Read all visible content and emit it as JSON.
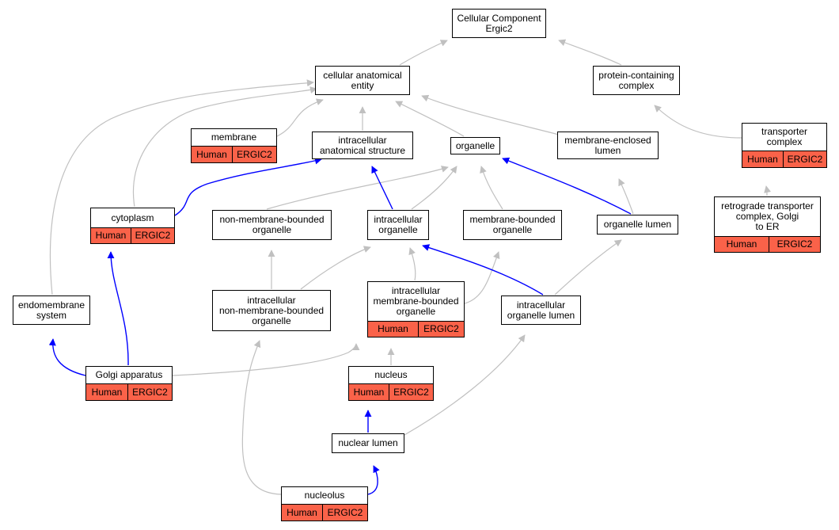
{
  "colors": {
    "highlight": "#fa6249",
    "edge_gray": "#c0c0c0",
    "edge_blue": "#0000ff"
  },
  "nodes": {
    "root": {
      "title": "Cellular Component\nErgic2"
    },
    "cae": {
      "title": "cellular anatomical\nentity"
    },
    "pcc": {
      "title": "protein-containing\ncomplex"
    },
    "membrane": {
      "title": "membrane",
      "species": "Human",
      "gene": "ERGIC2"
    },
    "ias": {
      "title": "intracellular\nanatomical structure"
    },
    "organelle": {
      "title": "organelle"
    },
    "mel": {
      "title": "membrane-enclosed\nlumen"
    },
    "tc": {
      "title": "transporter\ncomplex",
      "species": "Human",
      "gene": "ERGIC2"
    },
    "cytoplasm": {
      "title": "cytoplasm",
      "species": "Human",
      "gene": "ERGIC2"
    },
    "nmbo": {
      "title": "non-membrane-bounded\norganelle"
    },
    "io": {
      "title": "intracellular\norganelle"
    },
    "mbo": {
      "title": "membrane-bounded\norganelle"
    },
    "ol": {
      "title": "organelle lumen"
    },
    "rtc": {
      "title": "retrograde transporter\ncomplex, Golgi\nto ER",
      "species": "Human",
      "gene": "ERGIC2"
    },
    "es": {
      "title": "endomembrane\nsystem"
    },
    "inmbo": {
      "title": "intracellular\nnon-membrane-bounded\norganelle"
    },
    "imbo": {
      "title": "intracellular\nmembrane-bounded\norganelle",
      "species": "Human",
      "gene": "ERGIC2"
    },
    "iol": {
      "title": "intracellular\norganelle lumen"
    },
    "golgi": {
      "title": "Golgi apparatus",
      "species": "Human",
      "gene": "ERGIC2"
    },
    "nucleus": {
      "title": "nucleus",
      "species": "Human",
      "gene": "ERGIC2"
    },
    "nl": {
      "title": "nuclear lumen"
    },
    "nucleolus": {
      "title": "nucleolus",
      "species": "Human",
      "gene": "ERGIC2"
    }
  },
  "edges": [
    {
      "from": "cae",
      "to": "root",
      "kind": "is_a"
    },
    {
      "from": "pcc",
      "to": "root",
      "kind": "is_a"
    },
    {
      "from": "membrane",
      "to": "cae",
      "kind": "is_a"
    },
    {
      "from": "ias",
      "to": "cae",
      "kind": "is_a"
    },
    {
      "from": "organelle",
      "to": "cae",
      "kind": "is_a"
    },
    {
      "from": "mel",
      "to": "cae",
      "kind": "is_a"
    },
    {
      "from": "tc",
      "to": "pcc",
      "kind": "is_a"
    },
    {
      "from": "cytoplasm",
      "to": "cae",
      "kind": "is_a"
    },
    {
      "from": "es",
      "to": "cae",
      "kind": "is_a"
    },
    {
      "from": "cytoplasm",
      "to": "ias",
      "kind": "part_of"
    },
    {
      "from": "nmbo",
      "to": "organelle",
      "kind": "is_a"
    },
    {
      "from": "io",
      "to": "organelle",
      "kind": "is_a"
    },
    {
      "from": "io",
      "to": "ias",
      "kind": "part_of"
    },
    {
      "from": "mbo",
      "to": "organelle",
      "kind": "is_a"
    },
    {
      "from": "ol",
      "to": "organelle",
      "kind": "part_of"
    },
    {
      "from": "ol",
      "to": "mel",
      "kind": "is_a"
    },
    {
      "from": "rtc",
      "to": "tc",
      "kind": "is_a"
    },
    {
      "from": "inmbo",
      "to": "nmbo",
      "kind": "is_a"
    },
    {
      "from": "inmbo",
      "to": "io",
      "kind": "is_a"
    },
    {
      "from": "imbo",
      "to": "io",
      "kind": "is_a"
    },
    {
      "from": "imbo",
      "to": "mbo",
      "kind": "is_a"
    },
    {
      "from": "iol",
      "to": "io",
      "kind": "part_of"
    },
    {
      "from": "iol",
      "to": "ol",
      "kind": "is_a"
    },
    {
      "from": "golgi",
      "to": "es",
      "kind": "part_of"
    },
    {
      "from": "golgi",
      "to": "cytoplasm",
      "kind": "part_of"
    },
    {
      "from": "golgi",
      "to": "imbo",
      "kind": "is_a"
    },
    {
      "from": "nucleus",
      "to": "imbo",
      "kind": "is_a"
    },
    {
      "from": "nl",
      "to": "nucleus",
      "kind": "part_of"
    },
    {
      "from": "nl",
      "to": "iol",
      "kind": "is_a"
    },
    {
      "from": "nucleolus",
      "to": "nl",
      "kind": "part_of"
    },
    {
      "from": "nucleolus",
      "to": "inmbo",
      "kind": "is_a"
    }
  ]
}
